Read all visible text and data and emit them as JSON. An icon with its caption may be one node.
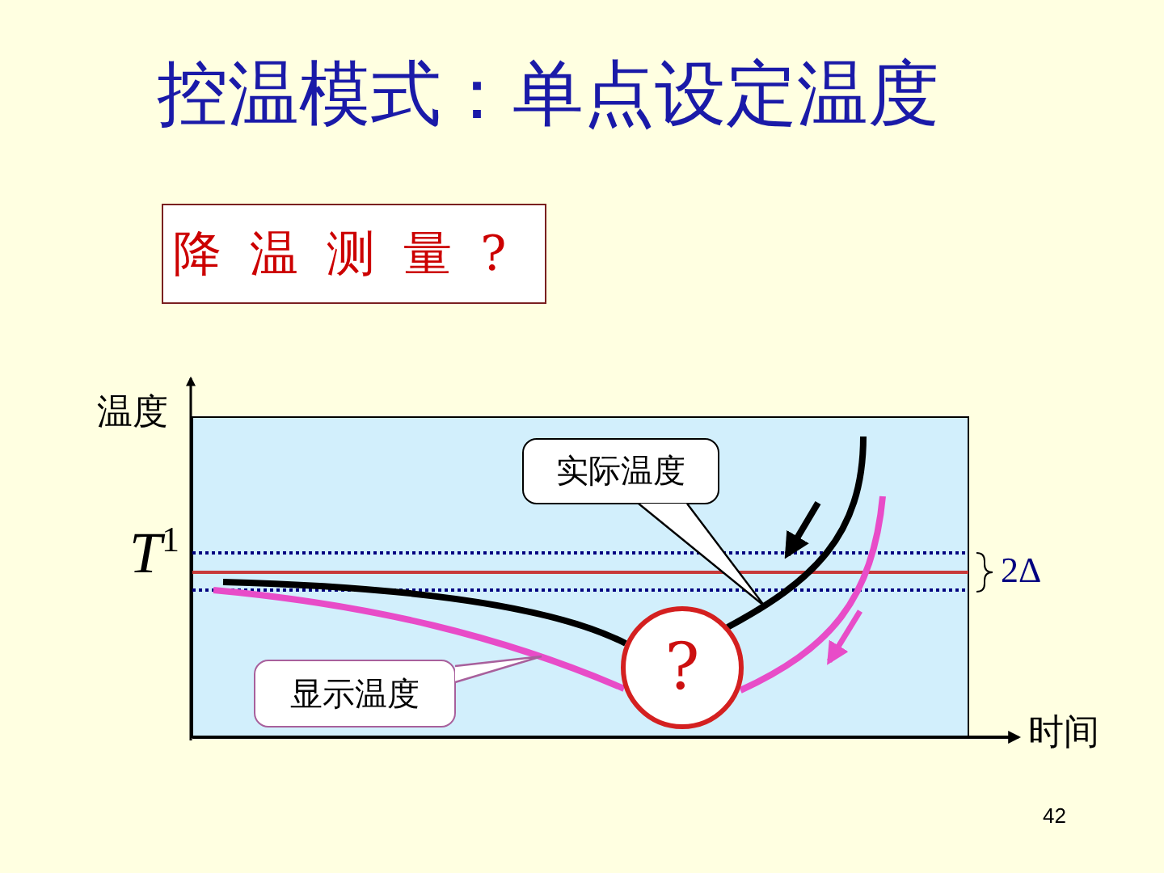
{
  "diagram": {
    "title": "控温模式：单点设定温度",
    "nodes": [
      {
        "text": [
          "降 温 测 量 ?"
        ]
      },
      {
        "text": [
          "实际温度"
        ]
      },
      {
        "text": [
          "显示温度"
        ]
      },
      {
        "text": [
          "?"
        ]
      },
      {
        "text": [],
        "shape": "curve"
      },
      {
        "text": [],
        "shape": "curve"
      }
    ],
    "edges": [
      {
        "from": 1,
        "to": 4,
        "arrow": "none"
      },
      {
        "from": 2,
        "to": 5,
        "arrow": "none",
        "color": "#a8609c"
      }
    ],
    "labels": [
      "温度",
      "*T*$^{1}$",
      "2Δ",
      "时间",
      "42"
    ]
  }
}
